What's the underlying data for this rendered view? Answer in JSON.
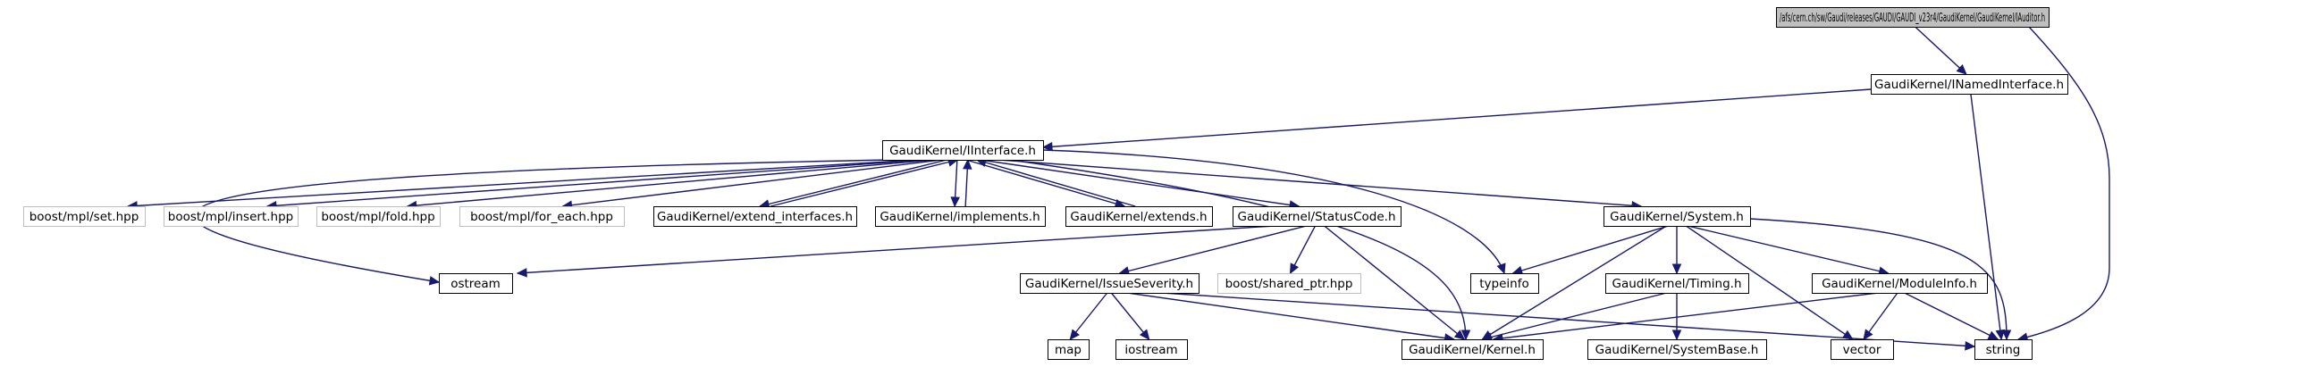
{
  "colors": {
    "arrow": "#191970",
    "root_fill": "#bfbfbf",
    "node_fill": "#ffffff",
    "node_border": "#000000",
    "external_border": "#bfbfbf",
    "external_text": "#808080"
  },
  "nodes": [
    {
      "id": "iauditor",
      "label": "/afs/cern.ch/sw/Gaudi/releases/GAUDI/GAUDI_v23r4/GaudiKernel/GaudiKernel/IAuditor.h",
      "kind": "root",
      "interactable": false
    },
    {
      "id": "inamedinterface",
      "label": "GaudiKernel/INamedInterface.h",
      "kind": "normal",
      "interactable": true
    },
    {
      "id": "iinterface",
      "label": "GaudiKernel/IInterface.h",
      "kind": "normal",
      "interactable": true
    },
    {
      "id": "mpl-set",
      "label": "boost/mpl/set.hpp",
      "kind": "external",
      "interactable": false
    },
    {
      "id": "mpl-insert",
      "label": "boost/mpl/insert.hpp",
      "kind": "external",
      "interactable": false
    },
    {
      "id": "mpl-fold",
      "label": "boost/mpl/fold.hpp",
      "kind": "external",
      "interactable": false
    },
    {
      "id": "mpl-for-each",
      "label": "boost/mpl/for_each.hpp",
      "kind": "external",
      "interactable": false
    },
    {
      "id": "extend-interfaces",
      "label": "GaudiKernel/extend_interfaces.h",
      "kind": "normal",
      "interactable": true
    },
    {
      "id": "implements",
      "label": "GaudiKernel/implements.h",
      "kind": "normal",
      "interactable": true
    },
    {
      "id": "extends",
      "label": "GaudiKernel/extends.h",
      "kind": "normal",
      "interactable": true
    },
    {
      "id": "statuscode",
      "label": "GaudiKernel/StatusCode.h",
      "kind": "normal",
      "interactable": true
    },
    {
      "id": "system",
      "label": "GaudiKernel/System.h",
      "kind": "normal",
      "interactable": true
    },
    {
      "id": "ostream",
      "label": "ostream",
      "kind": "normal",
      "interactable": false
    },
    {
      "id": "issueseverity",
      "label": "GaudiKernel/IssueSeverity.h",
      "kind": "normal",
      "interactable": true
    },
    {
      "id": "shared-ptr",
      "label": "boost/shared_ptr.hpp",
      "kind": "external",
      "interactable": false
    },
    {
      "id": "typeinfo",
      "label": "typeinfo",
      "kind": "normal",
      "interactable": false
    },
    {
      "id": "timing",
      "label": "GaudiKernel/Timing.h",
      "kind": "normal",
      "interactable": true
    },
    {
      "id": "moduleinfo",
      "label": "GaudiKernel/ModuleInfo.h",
      "kind": "normal",
      "interactable": true
    },
    {
      "id": "map",
      "label": "map",
      "kind": "normal",
      "interactable": false
    },
    {
      "id": "iostream",
      "label": "iostream",
      "kind": "normal",
      "interactable": false
    },
    {
      "id": "kernel",
      "label": "GaudiKernel/Kernel.h",
      "kind": "normal",
      "interactable": true
    },
    {
      "id": "systembase",
      "label": "GaudiKernel/SystemBase.h",
      "kind": "normal",
      "interactable": true
    },
    {
      "id": "vector",
      "label": "vector",
      "kind": "normal",
      "interactable": false
    },
    {
      "id": "string",
      "label": "string",
      "kind": "normal",
      "interactable": false
    }
  ],
  "edges": [
    {
      "from": "iauditor",
      "to": "inamedinterface"
    },
    {
      "from": "iauditor",
      "to": "string"
    },
    {
      "from": "inamedinterface",
      "to": "iinterface"
    },
    {
      "from": "inamedinterface",
      "to": "string"
    },
    {
      "from": "iinterface",
      "to": "mpl-set"
    },
    {
      "from": "iinterface",
      "to": "mpl-insert"
    },
    {
      "from": "iinterface",
      "to": "mpl-fold"
    },
    {
      "from": "iinterface",
      "to": "mpl-for-each"
    },
    {
      "from": "iinterface",
      "to": "extend-interfaces"
    },
    {
      "from": "extend-interfaces",
      "to": "iinterface"
    },
    {
      "from": "iinterface",
      "to": "implements"
    },
    {
      "from": "implements",
      "to": "iinterface"
    },
    {
      "from": "iinterface",
      "to": "extends"
    },
    {
      "from": "extends",
      "to": "iinterface"
    },
    {
      "from": "iinterface",
      "to": "statuscode"
    },
    {
      "from": "iinterface",
      "to": "system"
    },
    {
      "from": "iinterface",
      "to": "ostream"
    },
    {
      "from": "iinterface",
      "to": "typeinfo"
    },
    {
      "from": "iinterface",
      "to": "kernel"
    },
    {
      "from": "statuscode",
      "to": "ostream"
    },
    {
      "from": "statuscode",
      "to": "issueseverity"
    },
    {
      "from": "statuscode",
      "to": "shared-ptr"
    },
    {
      "from": "statuscode",
      "to": "kernel"
    },
    {
      "from": "issueseverity",
      "to": "map"
    },
    {
      "from": "issueseverity",
      "to": "iostream"
    },
    {
      "from": "issueseverity",
      "to": "kernel"
    },
    {
      "from": "issueseverity",
      "to": "string"
    },
    {
      "from": "system",
      "to": "typeinfo"
    },
    {
      "from": "system",
      "to": "kernel"
    },
    {
      "from": "system",
      "to": "timing"
    },
    {
      "from": "system",
      "to": "moduleinfo"
    },
    {
      "from": "system",
      "to": "vector"
    },
    {
      "from": "system",
      "to": "string"
    },
    {
      "from": "timing",
      "to": "kernel"
    },
    {
      "from": "timing",
      "to": "systembase"
    },
    {
      "from": "moduleinfo",
      "to": "kernel"
    },
    {
      "from": "moduleinfo",
      "to": "vector"
    },
    {
      "from": "moduleinfo",
      "to": "string"
    }
  ]
}
